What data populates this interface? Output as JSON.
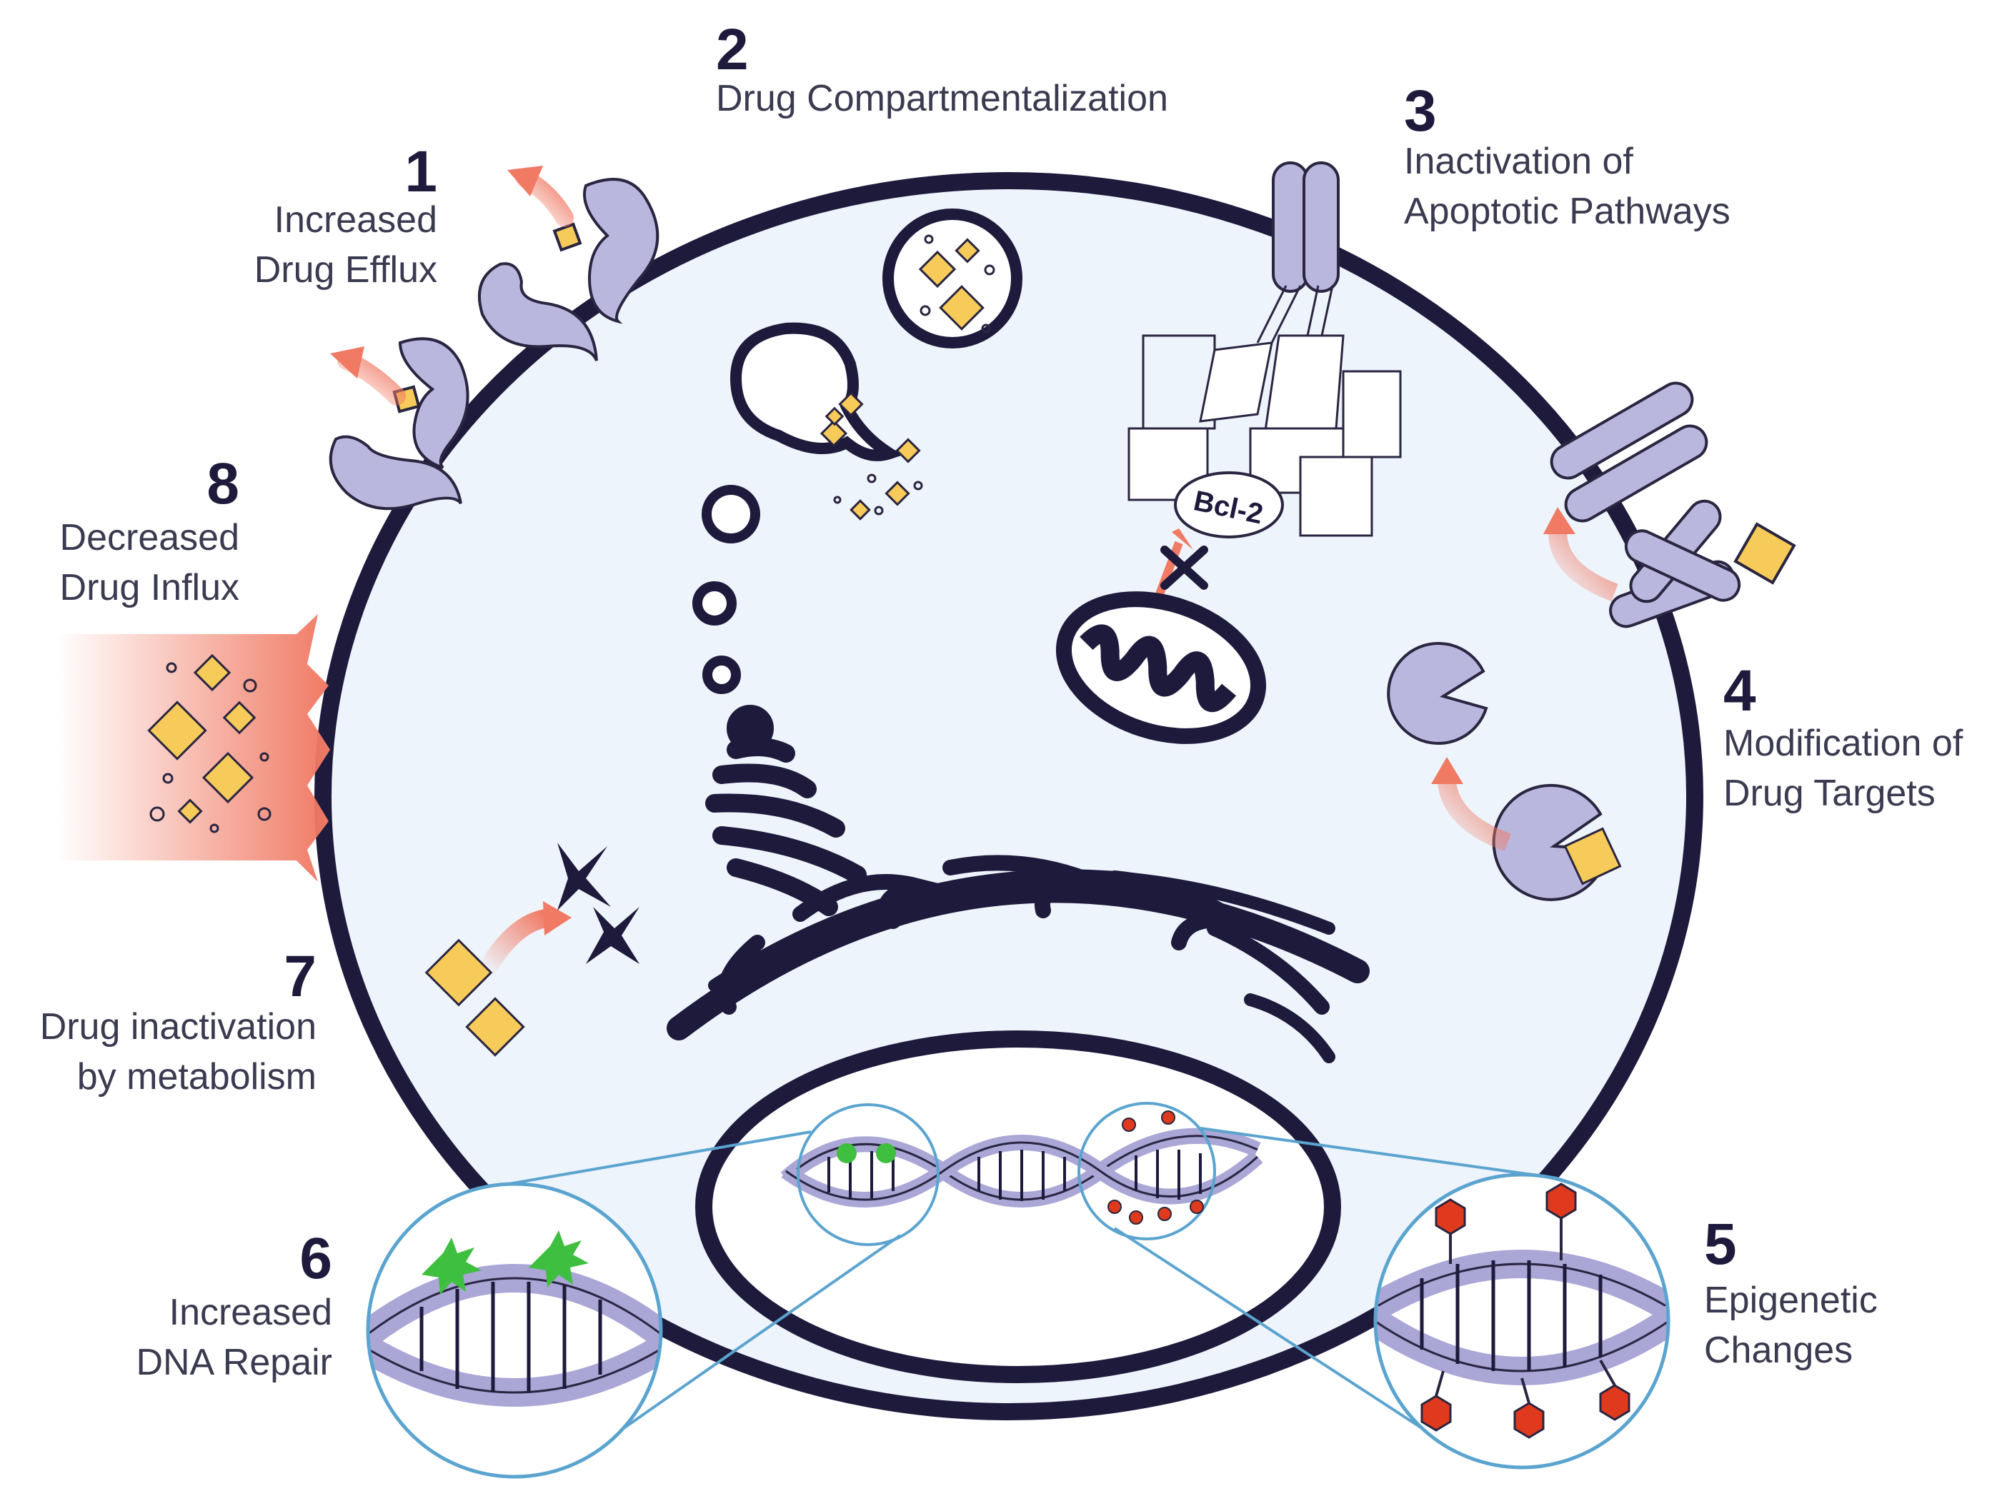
{
  "colors": {
    "cell_fill": "#eef4fb",
    "membrane": "#1d1a3c",
    "protein": "#b9b7dd",
    "drug": "#f7cb5a",
    "arrow": "#f07a64",
    "dna": "#aaa6d6",
    "repair_marks": "#3fbf3f",
    "methyl_groups": "#e03a1e",
    "zoom_circle": "#5ba4cf"
  },
  "items": [
    {
      "number": "1",
      "line1": "Increased",
      "line2": "Drug Efflux"
    },
    {
      "number": "2",
      "line1": "Drug Compartmentalization",
      "line2": ""
    },
    {
      "number": "3",
      "line1": "Inactivation of",
      "line2": "Apoptotic Pathways"
    },
    {
      "number": "4",
      "line1": "Modification of",
      "line2": "Drug Targets"
    },
    {
      "number": "5",
      "line1": "Epigenetic",
      "line2": "Changes"
    },
    {
      "number": "6",
      "line1": "Increased",
      "line2": "DNA Repair"
    },
    {
      "number": "7",
      "line1": "Drug inactivation",
      "line2": "by metabolism"
    },
    {
      "number": "8",
      "line1": "Decreased",
      "line2": "Drug Influx"
    }
  ],
  "bcl2_label": "Bcl-2"
}
